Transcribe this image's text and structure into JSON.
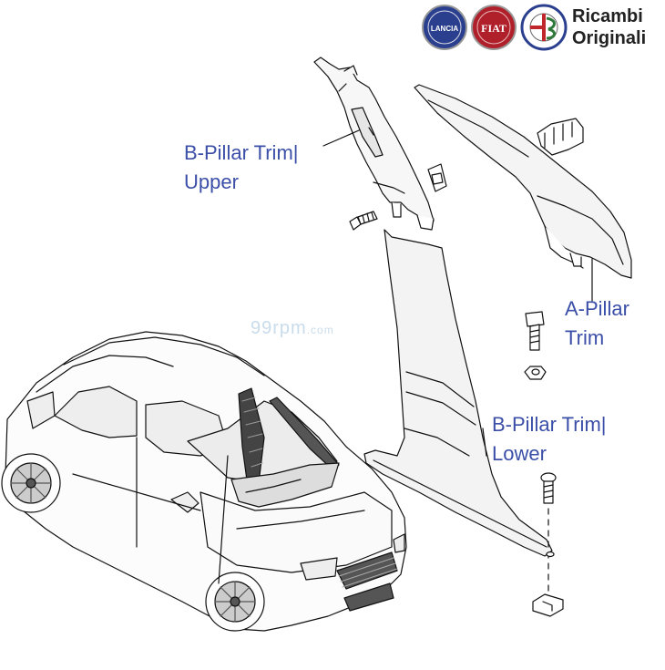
{
  "brand": {
    "line1": "Ricambi",
    "line2": "Originali",
    "logo_names": [
      "lancia-logo",
      "fiat-logo",
      "alfa-romeo-logo"
    ],
    "logo_texts": [
      "LANCIA",
      "FIAT"
    ]
  },
  "watermark": {
    "main": "99rpm",
    "suffix": ".com"
  },
  "callouts": {
    "b_pillar_upper": {
      "line1": "B-Pillar Trim|",
      "line2": "Upper"
    },
    "a_pillar": {
      "line1": "A-Pillar",
      "line2": "Trim"
    },
    "b_pillar_lower": {
      "line1": "B-Pillar Trim|",
      "line2": "Lower"
    }
  },
  "colors": {
    "label": "#3b4fa8",
    "line": "#111111",
    "lancia_blue": "#2b3f8f",
    "fiat_red": "#b0202a",
    "alfa_green": "#2f7a3a"
  }
}
